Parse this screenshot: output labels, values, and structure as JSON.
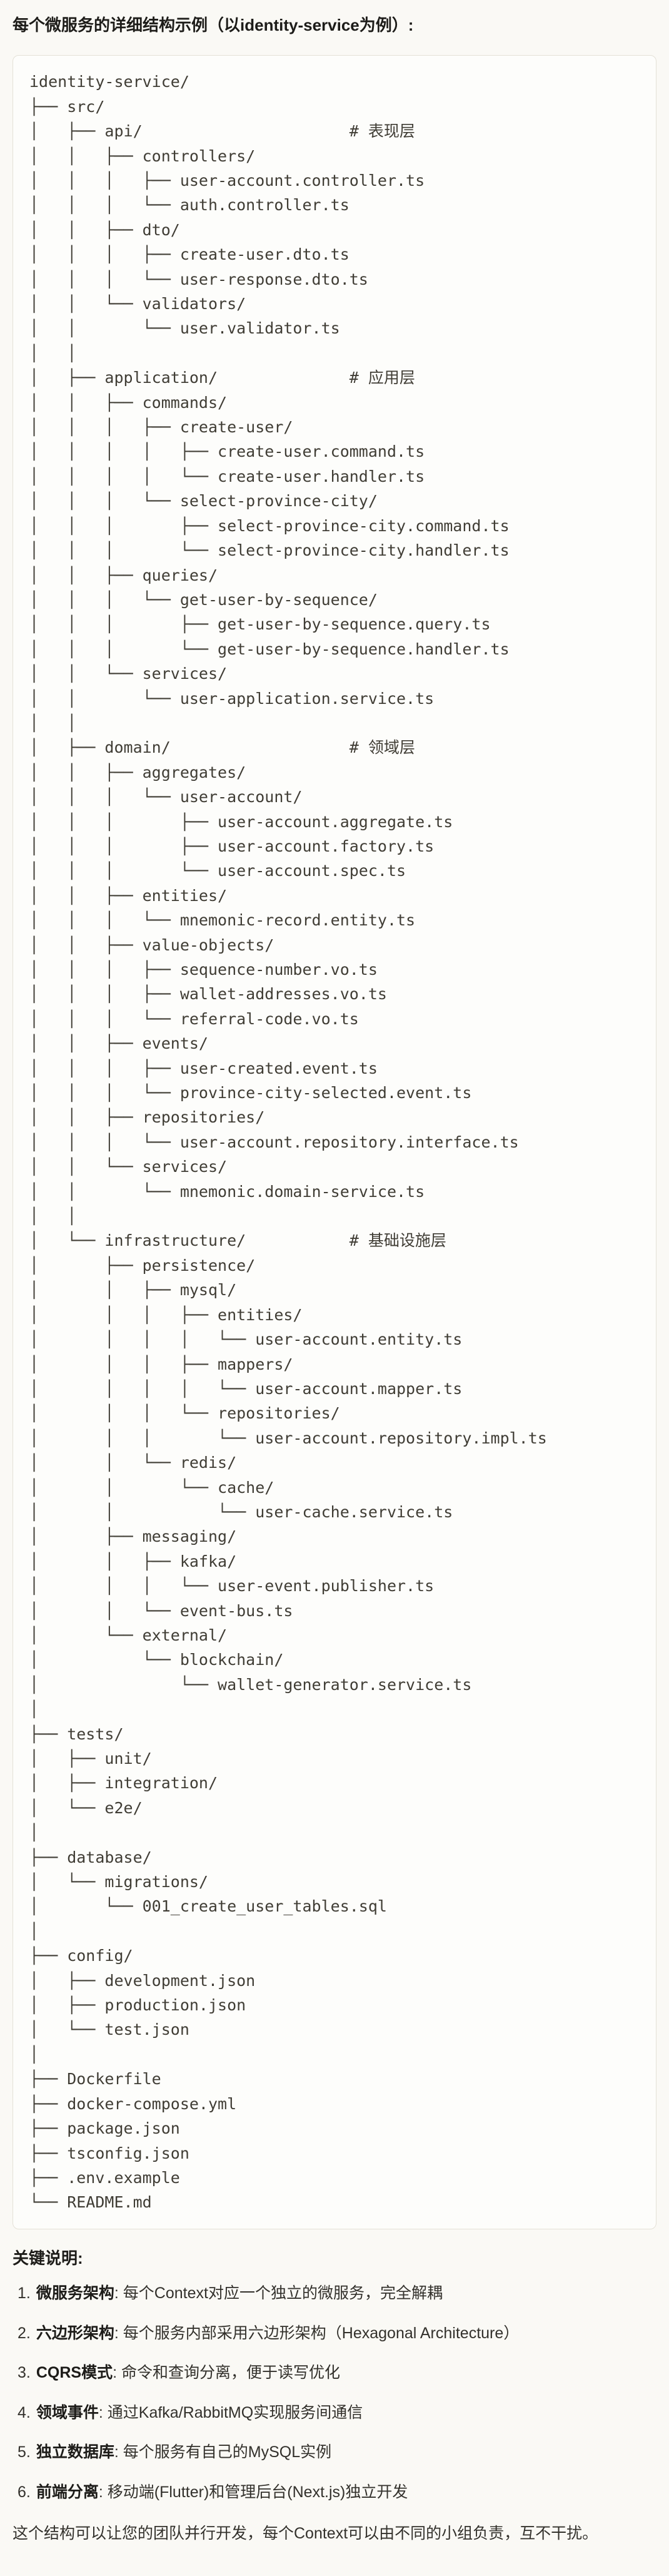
{
  "title": "每个微服务的详细结构示例（以identity-service为例）:",
  "tree_lines": [
    "identity-service/",
    "├── src/",
    "│   ├── api/                      # 表现层",
    "│   │   ├── controllers/",
    "│   │   │   ├── user-account.controller.ts",
    "│   │   │   └── auth.controller.ts",
    "│   │   ├── dto/",
    "│   │   │   ├── create-user.dto.ts",
    "│   │   │   └── user-response.dto.ts",
    "│   │   └── validators/",
    "│   │       └── user.validator.ts",
    "│   │",
    "│   ├── application/              # 应用层",
    "│   │   ├── commands/",
    "│   │   │   ├── create-user/",
    "│   │   │   │   ├── create-user.command.ts",
    "│   │   │   │   └── create-user.handler.ts",
    "│   │   │   └── select-province-city/",
    "│   │   │       ├── select-province-city.command.ts",
    "│   │   │       └── select-province-city.handler.ts",
    "│   │   ├── queries/",
    "│   │   │   └── get-user-by-sequence/",
    "│   │   │       ├── get-user-by-sequence.query.ts",
    "│   │   │       └── get-user-by-sequence.handler.ts",
    "│   │   └── services/",
    "│   │       └── user-application.service.ts",
    "│   │",
    "│   ├── domain/                   # 领域层",
    "│   │   ├── aggregates/",
    "│   │   │   └── user-account/",
    "│   │   │       ├── user-account.aggregate.ts",
    "│   │   │       ├── user-account.factory.ts",
    "│   │   │       └── user-account.spec.ts",
    "│   │   ├── entities/",
    "│   │   │   └── mnemonic-record.entity.ts",
    "│   │   ├── value-objects/",
    "│   │   │   ├── sequence-number.vo.ts",
    "│   │   │   ├── wallet-addresses.vo.ts",
    "│   │   │   └── referral-code.vo.ts",
    "│   │   ├── events/",
    "│   │   │   ├── user-created.event.ts",
    "│   │   │   └── province-city-selected.event.ts",
    "│   │   ├── repositories/",
    "│   │   │   └── user-account.repository.interface.ts",
    "│   │   └── services/",
    "│   │       └── mnemonic.domain-service.ts",
    "│   │",
    "│   └── infrastructure/           # 基础设施层",
    "│       ├── persistence/",
    "│       │   ├── mysql/",
    "│       │   │   ├── entities/",
    "│       │   │   │   └── user-account.entity.ts",
    "│       │   │   ├── mappers/",
    "│       │   │   │   └── user-account.mapper.ts",
    "│       │   │   └── repositories/",
    "│       │   │       └── user-account.repository.impl.ts",
    "│       │   └── redis/",
    "│       │       └── cache/",
    "│       │           └── user-cache.service.ts",
    "│       ├── messaging/",
    "│       │   ├── kafka/",
    "│       │   │   └── user-event.publisher.ts",
    "│       │   └── event-bus.ts",
    "│       └── external/",
    "│           └── blockchain/",
    "│               └── wallet-generator.service.ts",
    "│",
    "├── tests/",
    "│   ├── unit/",
    "│   ├── integration/",
    "│   └── e2e/",
    "│",
    "├── database/",
    "│   └── migrations/",
    "│       └── 001_create_user_tables.sql",
    "│",
    "├── config/",
    "│   ├── development.json",
    "│   ├── production.json",
    "│   └── test.json",
    "│",
    "├── Dockerfile",
    "├── docker-compose.yml",
    "├── package.json",
    "├── tsconfig.json",
    "├── .env.example",
    "└── README.md"
  ],
  "notes_heading": "关键说明:",
  "notes_separator": ": ",
  "notes": [
    {
      "num": "1.",
      "term": "微服务架构",
      "text": "每个Context对应一个独立的微服务，完全解耦"
    },
    {
      "num": "2.",
      "term": "六边形架构",
      "text": "每个服务内部采用六边形架构（Hexagonal Architecture）"
    },
    {
      "num": "3.",
      "term": "CQRS模式",
      "text": "命令和查询分离，便于读写优化"
    },
    {
      "num": "4.",
      "term": "领域事件",
      "text": "通过Kafka/RabbitMQ实现服务间通信"
    },
    {
      "num": "5.",
      "term": "独立数据库",
      "text": "每个服务有自己的MySQL实例"
    },
    {
      "num": "6.",
      "term": "前端分离",
      "text": "移动端(Flutter)和管理后台(Next.js)独立开发"
    }
  ],
  "closing": "这个结构可以让您的团队并行开发，每个Context可以由不同的小组负责，互不干扰。"
}
